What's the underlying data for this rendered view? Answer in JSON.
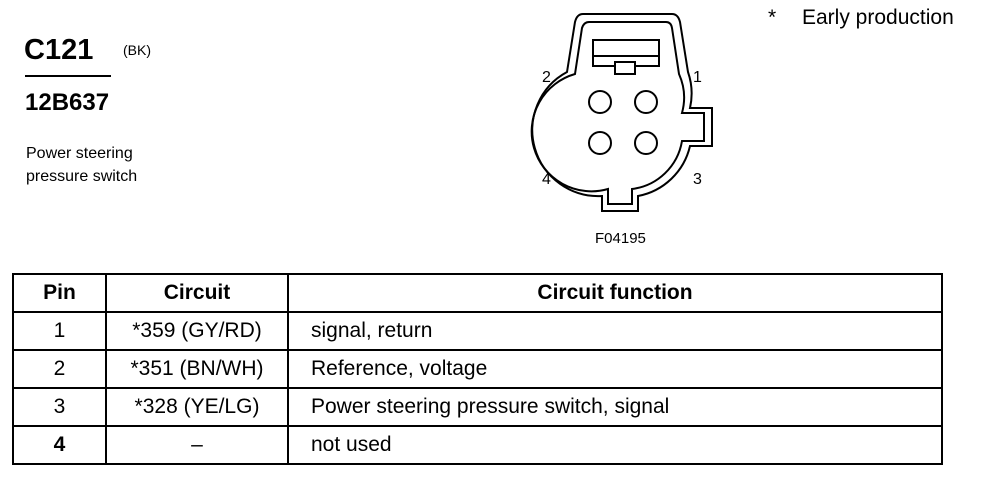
{
  "connector": {
    "id": "C121",
    "color": "(BK)",
    "part_number": "12B637",
    "description_line1": "Power steering",
    "description_line2": "pressure switch"
  },
  "diagram": {
    "figure_code": "F04195",
    "pin_labels": [
      "1",
      "2",
      "3",
      "4"
    ]
  },
  "legend": {
    "symbol": "*",
    "text": "Early production"
  },
  "table": {
    "headers": [
      "Pin",
      "Circuit",
      "Circuit function"
    ],
    "rows": [
      {
        "pin": "1",
        "circuit": "*359 (GY/RD)",
        "function": "signal, return"
      },
      {
        "pin": "2",
        "circuit": "*351 (BN/WH)",
        "function": "Reference, voltage"
      },
      {
        "pin": "3",
        "circuit": "*328 (YE/LG)",
        "function": "Power steering pressure switch, signal"
      },
      {
        "pin": "4",
        "circuit": "–",
        "function": "not used"
      }
    ]
  }
}
